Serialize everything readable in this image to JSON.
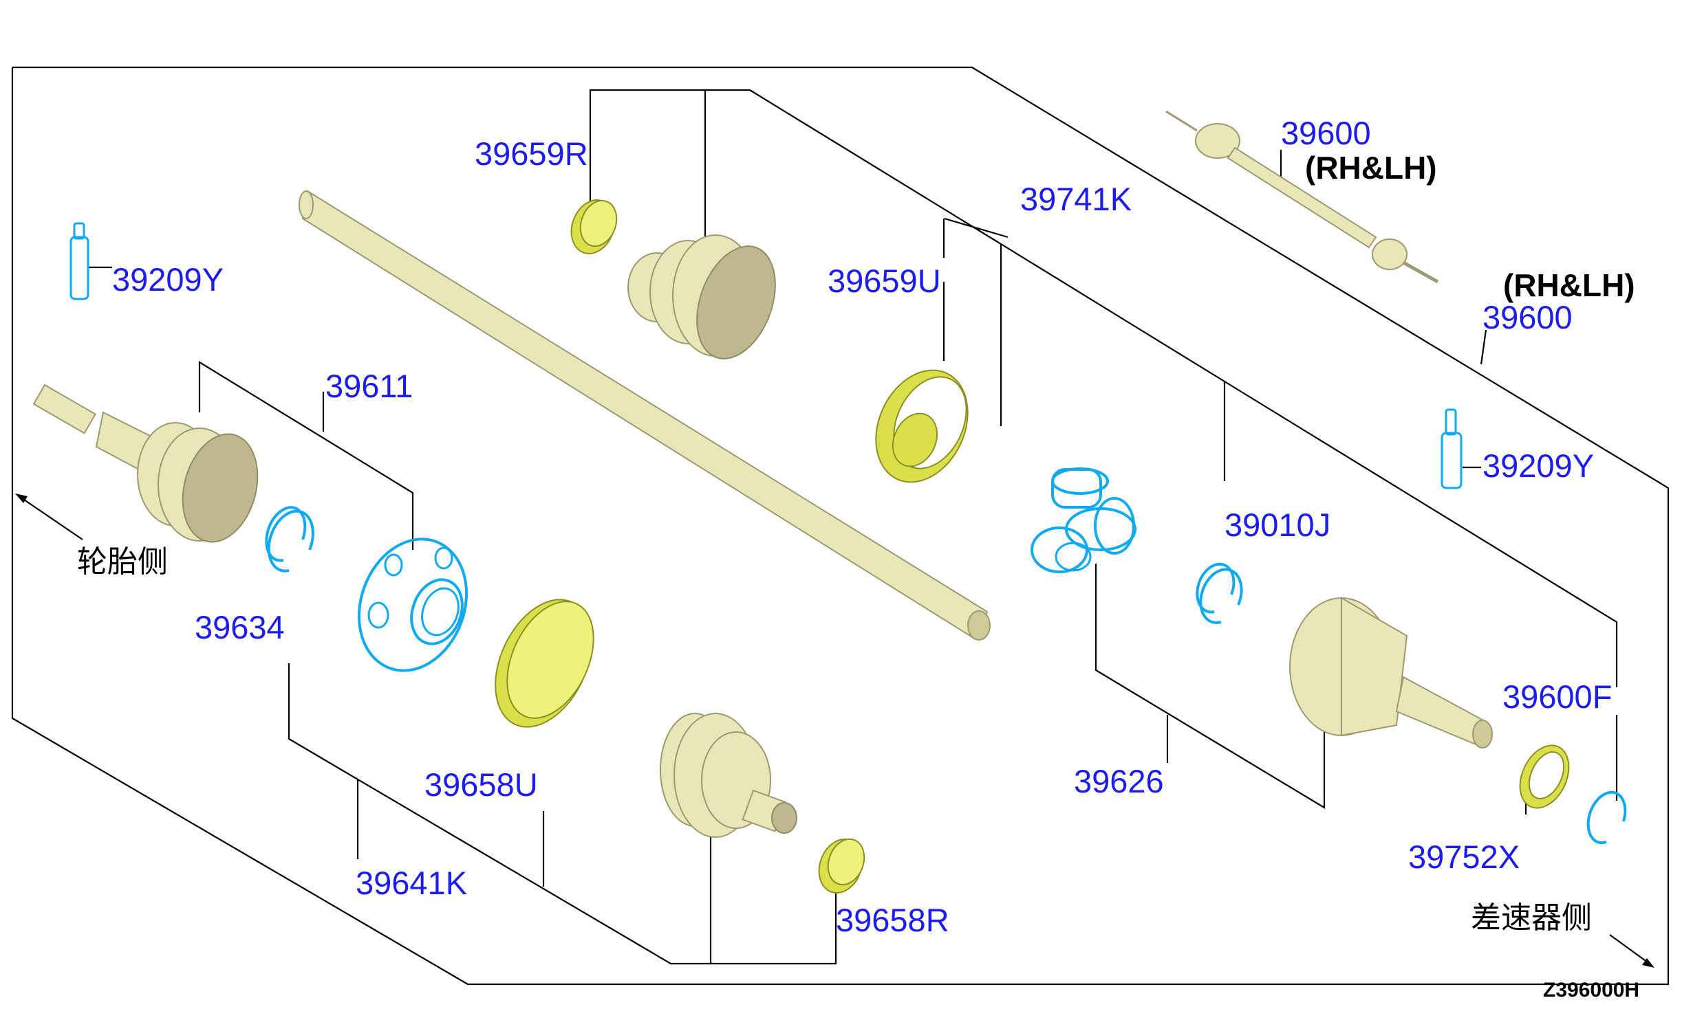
{
  "labels": {
    "p39659R": "39659R",
    "p39741K": "39741K",
    "p39600_top": "39600",
    "rhlh_top": "(RH&LH)",
    "p39209Y_left": "39209Y",
    "p39659U": "39659U",
    "rhlh_right": "(RH&LH)",
    "p39600_right": "39600",
    "p39611": "39611",
    "p39209Y_right": "39209Y",
    "tire_side": "轮胎侧",
    "p39010J": "39010J",
    "p39634": "39634",
    "p39600F": "39600F",
    "p39658U": "39658U",
    "p39626": "39626",
    "p39752X": "39752X",
    "p39641K": "39641K",
    "p39658R": "39658R",
    "diff_side": "差速器侧",
    "diagram_code": "Z396000H"
  },
  "colors": {
    "part_number": "#1c1cee",
    "cream_part": "#e9e6b8",
    "yellow_part": "#d9e04a",
    "blue_outline_part": "#11aaee"
  }
}
